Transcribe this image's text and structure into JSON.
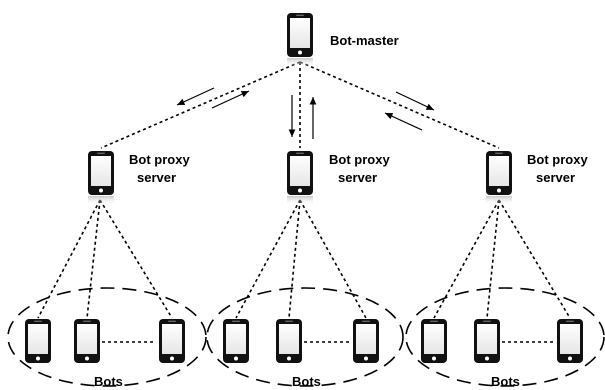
{
  "master": {
    "label": "Bot-master"
  },
  "proxies": [
    {
      "label_line1": "Bot proxy",
      "label_line2": "server"
    },
    {
      "label_line1": "Bot proxy",
      "label_line2": "server"
    },
    {
      "label_line1": "Bot proxy",
      "label_line2": "server"
    }
  ],
  "groups": [
    {
      "label": "Bots"
    },
    {
      "label": "Bots"
    },
    {
      "label": "Bots"
    }
  ],
  "icons": {
    "device": "smartphone-icon",
    "arrow": "arrow-icon"
  },
  "colors": {
    "line": "#000000",
    "phone_body": "#111111",
    "phone_screen": "#ffffff"
  }
}
